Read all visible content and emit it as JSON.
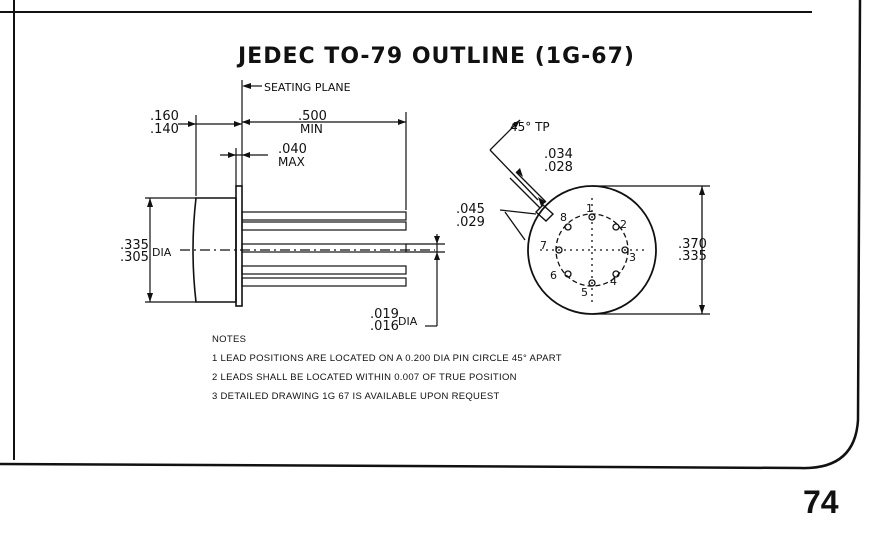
{
  "title": "JEDEC TO-79 OUTLINE (1G-67)",
  "side_view": {
    "seating_plane": "SEATING PLANE",
    "dim_160": ".160",
    "dim_140": ".140",
    "dim_500": ".500",
    "dim_min": "MIN",
    "dim_040": ".040",
    "dim_max": "MAX",
    "dim_335": ".335",
    "dim_305": ".305",
    "dia1": "DIA",
    "dim_019": ".019",
    "dim_016": ".016",
    "dia2": "DIA"
  },
  "bottom_view": {
    "angle": "45° TP",
    "dim_034": ".034",
    "dim_028": ".028",
    "dim_045": ".045",
    "dim_029": ".029",
    "dim_370": ".370",
    "dim_335": ".335",
    "pins": [
      "1",
      "2",
      "3",
      "4",
      "5",
      "6",
      "7",
      "8"
    ]
  },
  "notes": {
    "heading": "NOTES",
    "lines": [
      "1  LEAD POSITIONS ARE LOCATED ON A 0.200 DIA PIN CIRCLE  45° APART",
      "2  LEADS SHALL BE LOCATED WITHIN 0.007  OF TRUE POSITION",
      "3  DETAILED DRAWING  1G 67 IS AVAILABLE UPON REQUEST"
    ]
  },
  "page_number": "74"
}
